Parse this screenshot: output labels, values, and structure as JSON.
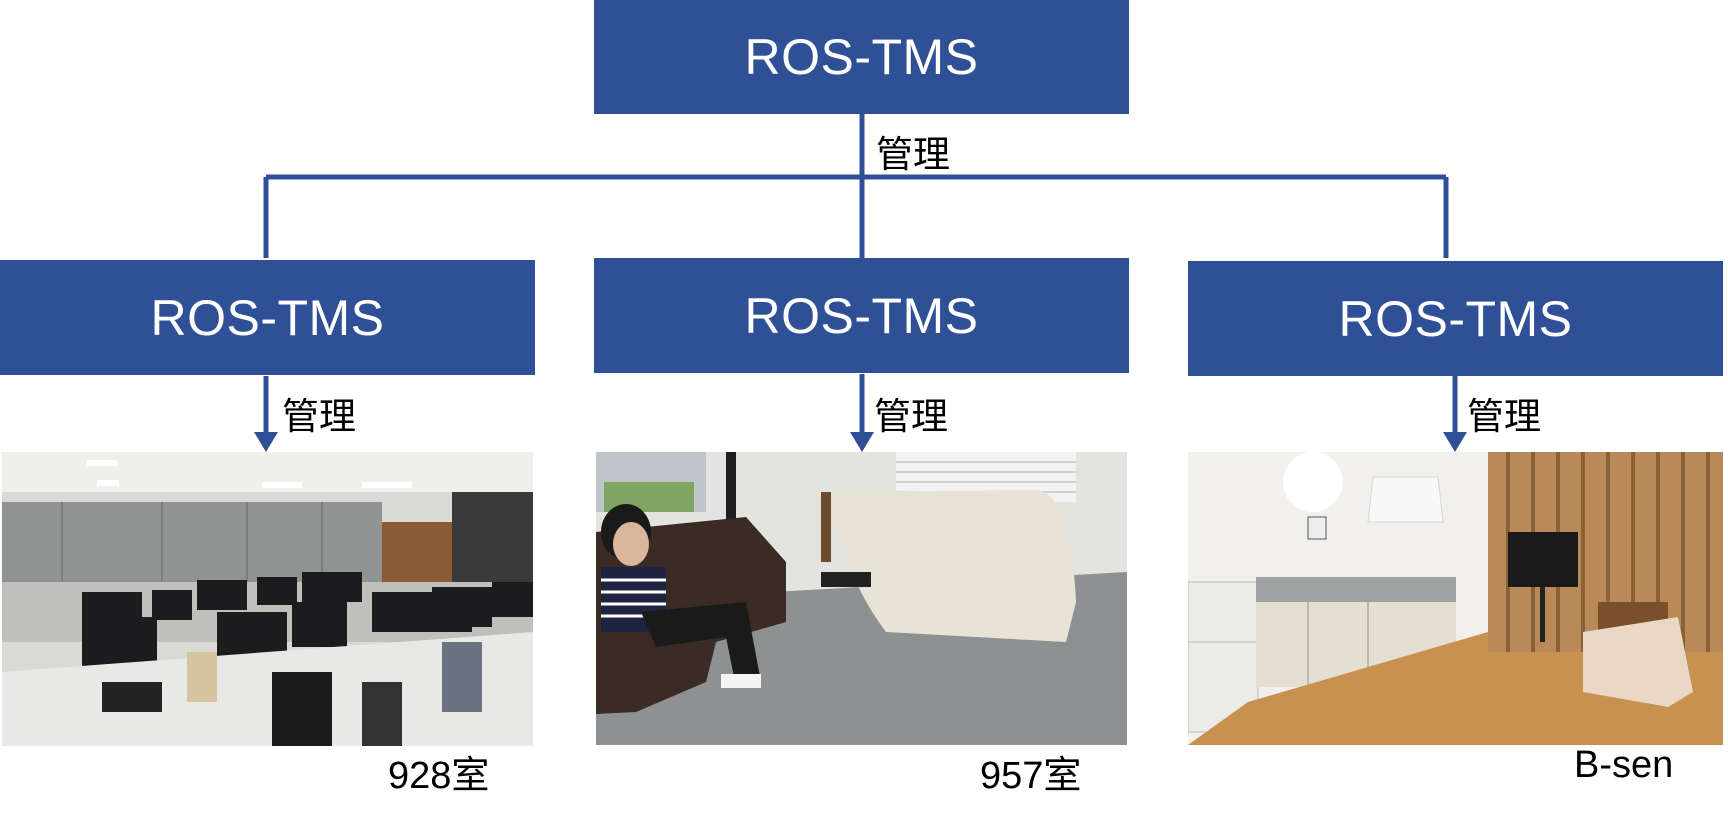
{
  "root": {
    "label": "ROS-TMS",
    "edge_label": "管理"
  },
  "nodes": [
    {
      "label": "ROS-TMS",
      "edge_label": "管理",
      "caption": "928室",
      "photo_icon": "office-photo"
    },
    {
      "label": "ROS-TMS",
      "edge_label": "管理",
      "caption": "957室",
      "photo_icon": "bedroom-photo"
    },
    {
      "label": "ROS-TMS",
      "edge_label": "管理",
      "caption": "B-sen",
      "photo_icon": "kitchen-bedroom-photo"
    }
  ],
  "colors": {
    "box": "#2f5096",
    "line": "#2f5096",
    "text_on_box": "#ffffff"
  }
}
